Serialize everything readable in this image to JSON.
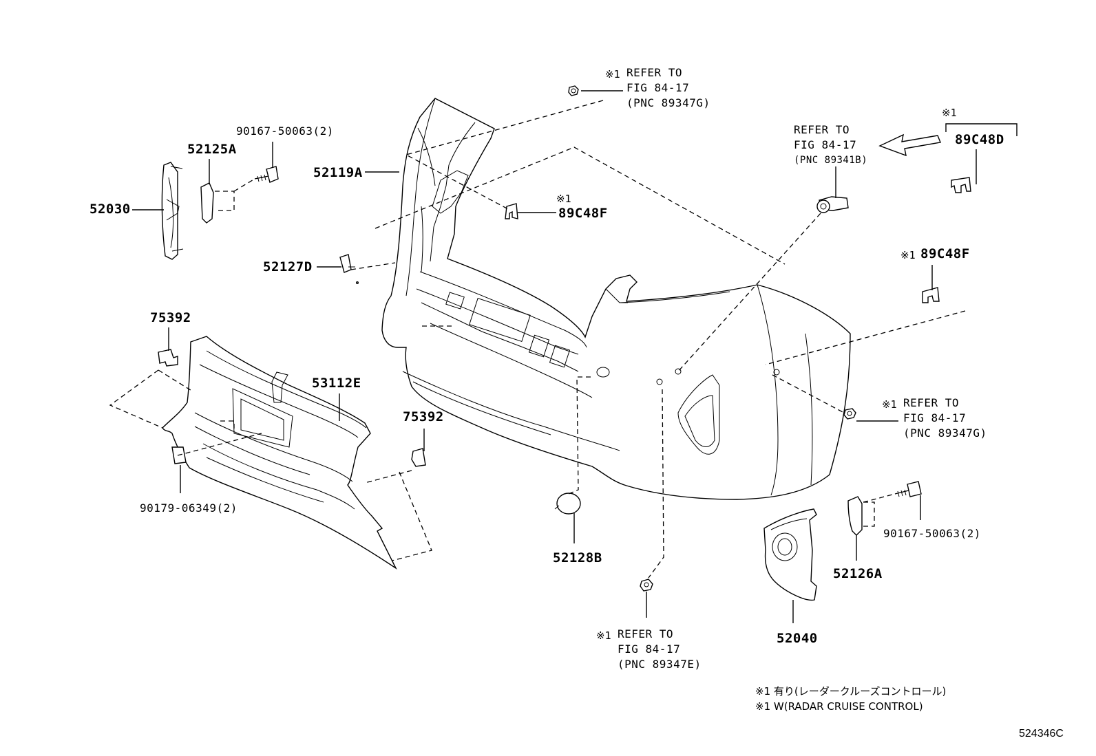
{
  "parts": {
    "p52030": "52030",
    "p52125A": "52125A",
    "p90167_left": "90167-50063(2)",
    "p52119A": "52119A",
    "p89C48F_top": "89C48F",
    "p52127D": "52127D",
    "p75392_left": "75392",
    "p53112E": "53112E",
    "p75392_right": "75392",
    "p90179": "90179-06349(2)",
    "p52128B": "52128B",
    "p89C48D": "89C48D",
    "p89C48F_right": "89C48F",
    "p90167_right": "90167-50063(2)",
    "p52126A": "52126A",
    "p52040": "52040"
  },
  "marks": {
    "m_top": "※1",
    "m_89C48D": "※1",
    "m_89C48F_top": "※1",
    "m_89C48F_right": "※1",
    "m_right": "※1",
    "m_bottom": "※1"
  },
  "references": {
    "top": {
      "line1": "REFER TO",
      "line2": "FIG 84-17",
      "line3": "(PNC 89347G)"
    },
    "sensor": {
      "line1": "REFER TO",
      "line2": "FIG 84-17",
      "line3": "(PNC 89341B)"
    },
    "right": {
      "line1": "REFER TO",
      "line2": "FIG 84-17",
      "line3": "(PNC 89347G)"
    },
    "bottom": {
      "line1": "REFER TO",
      "line2": "FIG 84-17",
      "line3": "(PNC 89347E)"
    }
  },
  "notes": {
    "line1": "※1 有り(レーダークルーズコントロール)",
    "line2": "※1 W(RADAR CRUISE CONTROL)"
  },
  "diagram_code": "524346C"
}
